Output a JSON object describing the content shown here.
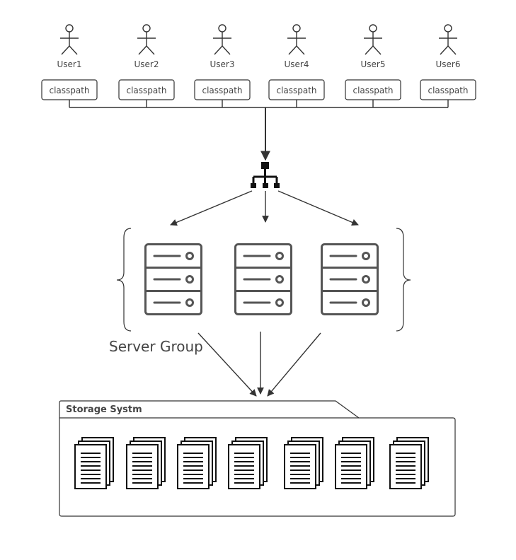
{
  "users": [
    {
      "name": "User1",
      "box": "classpath"
    },
    {
      "name": "User2",
      "box": "classpath"
    },
    {
      "name": "User3",
      "box": "classpath"
    },
    {
      "name": "User4",
      "box": "classpath"
    },
    {
      "name": "User5",
      "box": "classpath"
    },
    {
      "name": "User6",
      "box": "classpath"
    }
  ],
  "server_group": {
    "label": "Server Group"
  },
  "storage": {
    "title": "Storage Systm"
  },
  "colors": {
    "stroke": "#333333",
    "server": "#555555",
    "text": "#444444"
  }
}
